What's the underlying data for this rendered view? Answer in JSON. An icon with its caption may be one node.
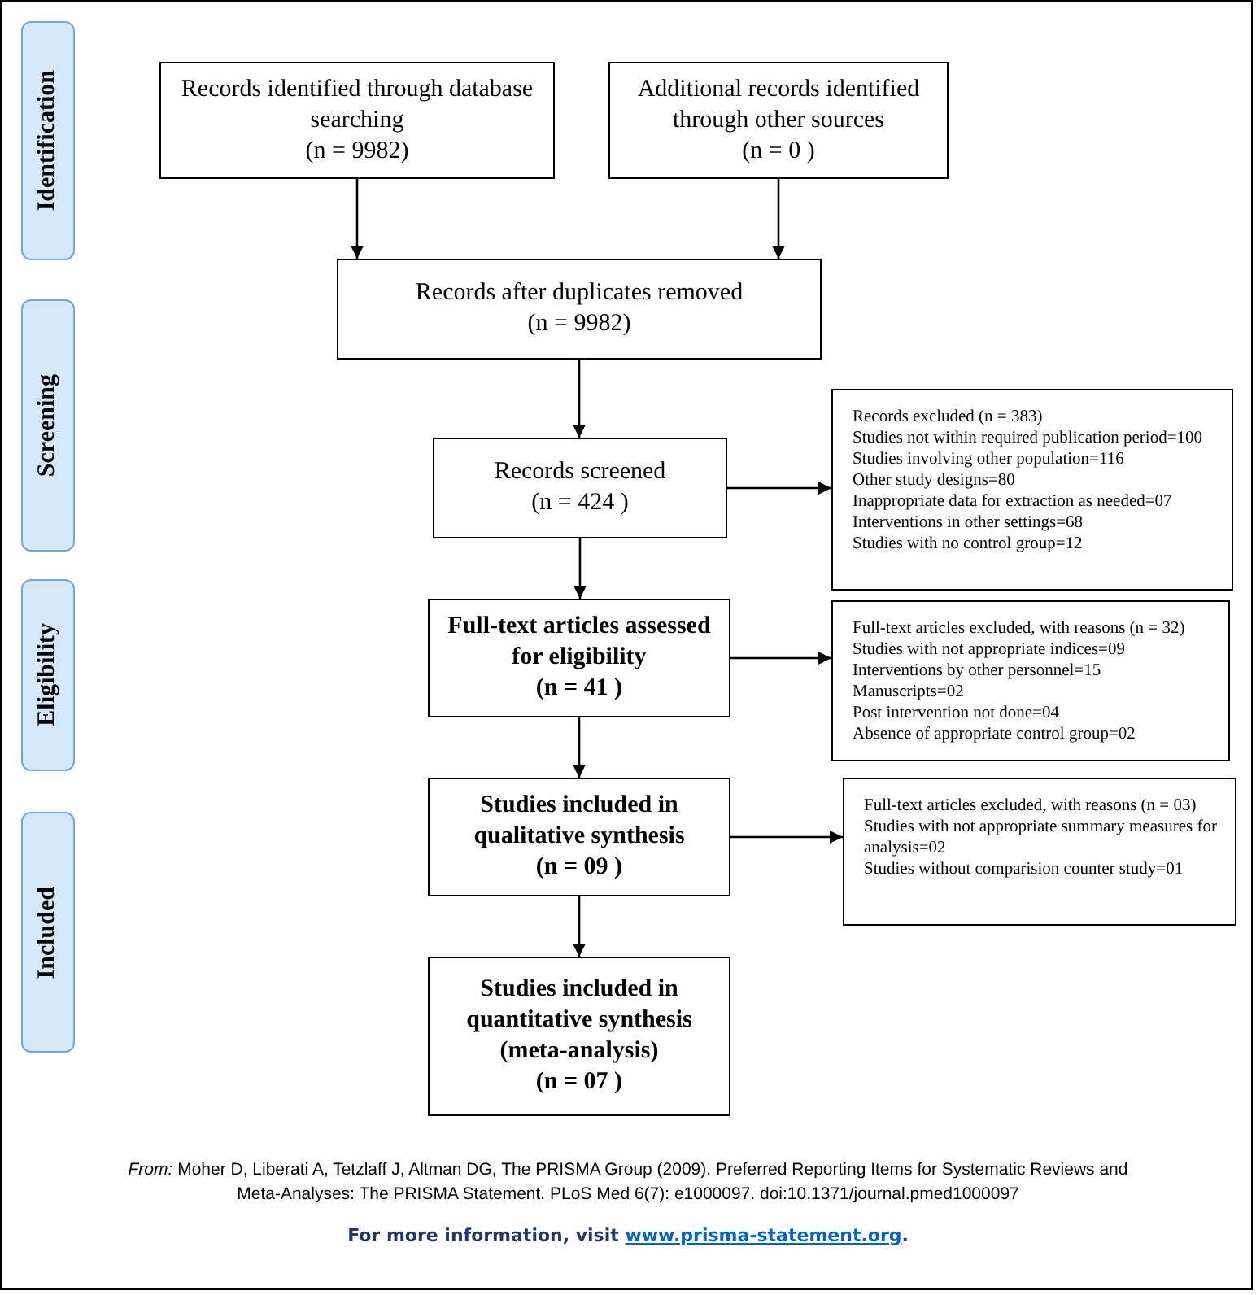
{
  "diagram": {
    "nodes": [
      {
        "text": [
          "Identification"
        ]
      },
      {
        "text": [
          "Screening"
        ]
      },
      {
        "text": [
          "Eligibility"
        ]
      },
      {
        "text": [
          "Included"
        ]
      },
      {
        "text": [
          "Records identified through database searching",
          "(n = 9982)"
        ]
      },
      {
        "text": [
          "Additional records identified through other sources",
          "(n = 0 )"
        ]
      },
      {
        "text": [
          "Records after duplicates removed",
          "(n = 9982)"
        ]
      },
      {
        "text": [
          "Records screened",
          "(n = 424 )"
        ]
      },
      {
        "text": [
          "Records excluded (n = 383)",
          "Studies not within required publication period=100",
          "Studies involving other population=116",
          "Other study designs=80",
          "Inappropriate data for extraction as needed=07",
          "Interventions in other settings=68",
          "Studies with no control group=12"
        ]
      },
      {
        "text": [
          "Full-text articles assessed for eligibility",
          "(n = 41 )"
        ]
      },
      {
        "text": [
          "Full-text articles excluded, with reasons (n = 32)",
          "Studies with not appropriate indices=09",
          "Interventions by other personnel=15",
          "Manuscripts=02",
          "Post intervention not done=04",
          "Absence of appropriate control group=02"
        ]
      },
      {
        "text": [
          "Studies included in qualitative synthesis",
          "(n = 09 )"
        ]
      },
      {
        "text": [
          "Full-text articles excluded, with reasons (n = 03)",
          "Studies with not appropriate summary measures for analysis=02",
          "Studies without comparision counter study=01"
        ]
      },
      {
        "text": [
          "Studies included in quantitative synthesis (meta-analysis)",
          "(n = 07 )"
        ]
      }
    ],
    "edges": [
      {
        "from": 4,
        "to": 6,
        "arrow": "to"
      },
      {
        "from": 5,
        "to": 6,
        "arrow": "to"
      },
      {
        "from": 6,
        "to": 7,
        "arrow": "to"
      },
      {
        "from": 7,
        "to": 8,
        "arrow": "to"
      },
      {
        "from": 7,
        "to": 9,
        "arrow": "to"
      },
      {
        "from": 9,
        "to": 10,
        "arrow": "to"
      },
      {
        "from": 9,
        "to": 11,
        "arrow": "to"
      },
      {
        "from": 11,
        "to": 12,
        "arrow": "to"
      },
      {
        "from": 11,
        "to": 13,
        "arrow": "to"
      }
    ],
    "caption": "*From:*  Moher D, Liberati A, Tetzlaff J, Altman DG, The PRISMA Group (2009). Preferred Reporting Items for Systematic Reviews and Meta-Analyses: The PRISMA Statement. PLoS Med 6(7): e1000097. doi:10.1371/journal.pmed1000097",
    "labels": [
      "For more information, visit",
      "www.prisma-statement.org",
      "."
    ]
  }
}
